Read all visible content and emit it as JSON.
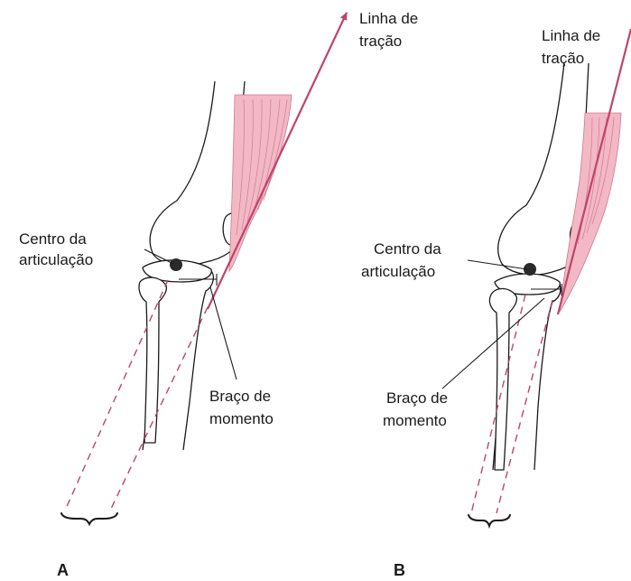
{
  "panels": [
    {
      "id": "A",
      "letter": "A",
      "line_of_pull": [
        "Linha de",
        "tração"
      ],
      "joint_center": [
        "Centro da",
        "articulação"
      ],
      "moment_arm": [
        "Braço de",
        "momento"
      ]
    },
    {
      "id": "B",
      "letter": "B",
      "line_of_pull": [
        "Linha de",
        "tração"
      ],
      "joint_center": [
        "Centro da",
        "articulação"
      ],
      "moment_arm": [
        "Braço de",
        "momento"
      ]
    }
  ],
  "colors": {
    "line_of_pull": "#c0436a",
    "muscle": "#f2b8c6",
    "joint_center": "#2a2a2a"
  }
}
